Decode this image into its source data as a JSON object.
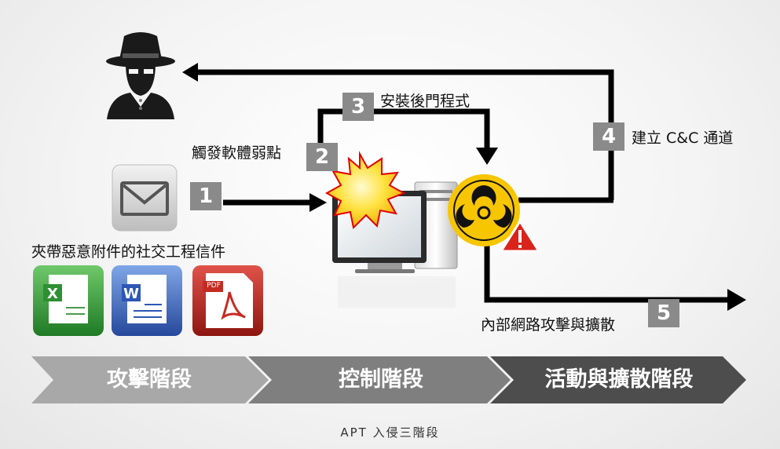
{
  "labels": {
    "step3": "安裝後門程式",
    "step2": "觸發軟體弱點",
    "step4": "建立 C&C 通道",
    "email": "夾帶惡意附件的社交工程信件",
    "step5": "內部網路攻擊與擴散"
  },
  "badges": {
    "b1": "1",
    "b2": "2",
    "b3": "3",
    "b4": "4",
    "b5": "5"
  },
  "stages": [
    "攻擊階段",
    "控制階段",
    "活動與擴散階段"
  ],
  "file_icons": {
    "pdf_tag": "PDF"
  },
  "caption": "APT 入侵三階段",
  "colors": {
    "badge": "#8a8a8a",
    "stage1": "#a8a8a8",
    "stage2": "#7f7f7f",
    "stage3": "#4d4d4d",
    "biohazard_yellow": "#f7c600",
    "warning_red": "#d9241c"
  }
}
